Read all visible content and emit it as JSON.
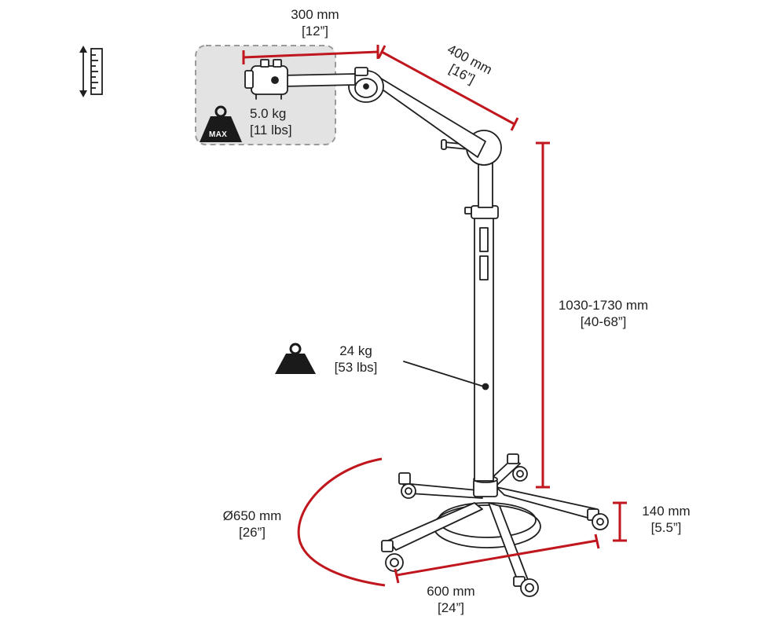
{
  "colors": {
    "dimension": "#c0161d",
    "outline": "#1f1f1f",
    "panel_fill": "#e3e3e3",
    "panel_border": "#9a9a9a",
    "weight_icon": "#1a1a1a"
  },
  "icons": {
    "height_adjust": "ruler-vertical-arrows-icon",
    "max_load": "weight-max-icon",
    "stand_weight": "weight-icon"
  },
  "load": {
    "badge": "MAX",
    "metric": "5.0 kg",
    "imperial": "[11 lbs]"
  },
  "stand_weight": {
    "metric": "24 kg",
    "imperial": "[53 lbs]"
  },
  "dimensions": {
    "arm_short": {
      "metric": "300 mm",
      "imperial": "[12”]"
    },
    "arm_long": {
      "metric": "400 mm",
      "imperial": "[16”]"
    },
    "height": {
      "metric": "1030-1730 mm",
      "imperial": "[40-68”]"
    },
    "base_diameter": {
      "metric": "Ø650 mm",
      "imperial": "[26”]"
    },
    "base_width": {
      "metric": "600 mm",
      "imperial": "[24”]"
    },
    "base_height": {
      "metric": "140 mm",
      "imperial": "[5.5”]"
    }
  }
}
